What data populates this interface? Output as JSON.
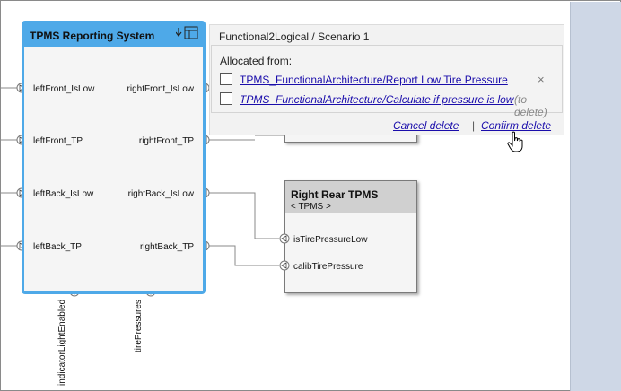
{
  "system_block": {
    "title": "TPMS Reporting System",
    "left_ports": [
      "leftFront_IsLow",
      "leftFront_TP",
      "leftBack_IsLow",
      "leftBack_TP"
    ],
    "right_ports": [
      "rightFront_IsLow",
      "rightFront_TP",
      "rightBack_IsLow",
      "rightBack_TP"
    ],
    "bottom_ports": [
      "indicatorLightEnabled",
      "tirePressures"
    ]
  },
  "rear_block": {
    "title": "Right Rear TPMS",
    "stereotype": "< TPMS >",
    "ports": [
      "isTirePressureLow",
      "calibTirePressure"
    ]
  },
  "popup": {
    "title": "Functional2Logical / Scenario 1",
    "allocated_label": "Allocated from:",
    "items": [
      {
        "label": "TPMS_FunctionalArchitecture/Report Low Tire Pressure",
        "action": "×"
      },
      {
        "label": "TPMS_FunctionalArchitecture/Calculate if pressure is low",
        "action": "(to delete)"
      }
    ],
    "cancel_label": "Cancel delete",
    "separator": "|",
    "confirm_label": "Confirm delete"
  },
  "colors": {
    "accent": "#4ea9e8",
    "right_panel": "#ced7e6",
    "link": "#1a0dab"
  }
}
